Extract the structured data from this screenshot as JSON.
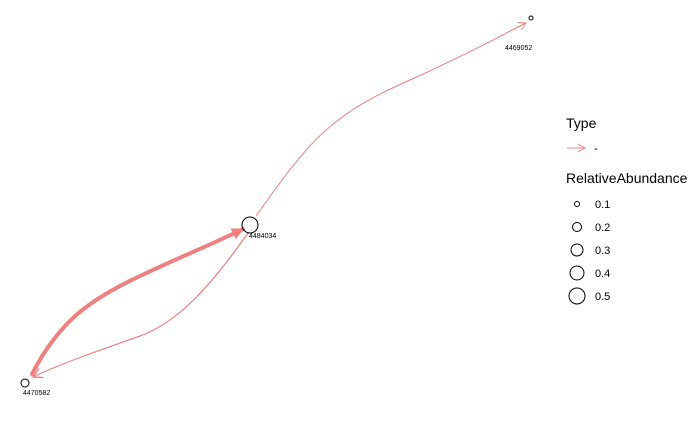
{
  "network": {
    "edge_color": "#f08080",
    "nodes": [
      {
        "id": "4469052",
        "label": "4469052",
        "relative_abundance": 0.05
      },
      {
        "id": "4484034",
        "label": "4484034",
        "relative_abundance": 0.5
      },
      {
        "id": "4470582",
        "label": "4470582",
        "relative_abundance": 0.15
      }
    ],
    "edges": [
      {
        "from": "4470582",
        "to": "4484034",
        "type": "-",
        "weight": "thick"
      },
      {
        "from": "4484034",
        "to": "4470582",
        "type": "-",
        "weight": "thin"
      },
      {
        "from": "4484034",
        "to": "4469052",
        "type": "-",
        "weight": "thin"
      }
    ]
  },
  "legend": {
    "type_title": "Type",
    "type_items": [
      {
        "label": "-",
        "color": "#f08080"
      }
    ],
    "size_title": "RelativeAbundance",
    "size_items": [
      {
        "label": "0.1",
        "value": 0.1
      },
      {
        "label": "0.2",
        "value": 0.2
      },
      {
        "label": "0.3",
        "value": 0.3
      },
      {
        "label": "0.4",
        "value": 0.4
      },
      {
        "label": "0.5",
        "value": 0.5
      }
    ]
  }
}
